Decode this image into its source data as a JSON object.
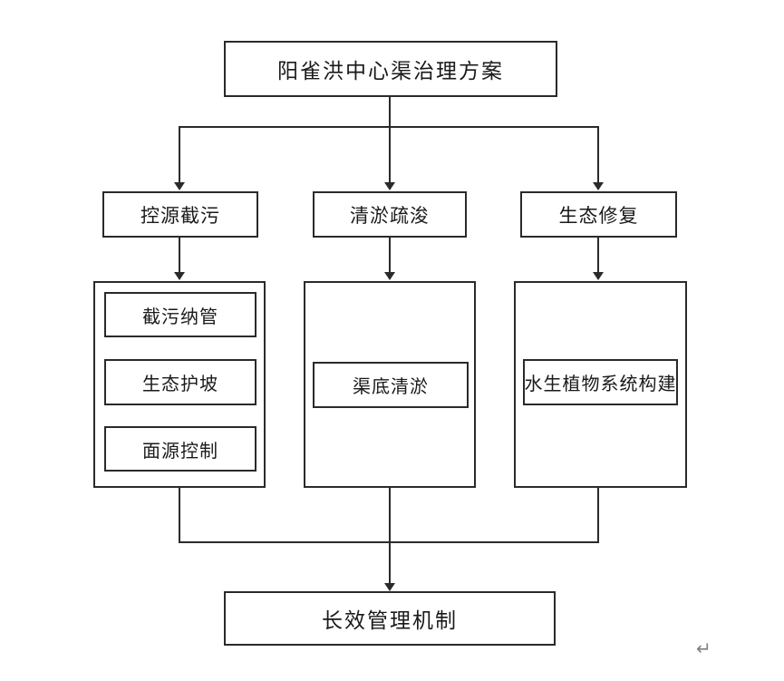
{
  "diagram": {
    "root_label": "阳雀洪中心渠治理方案",
    "branches": [
      {
        "label": "控源截污",
        "children": [
          "截污纳管",
          "生态护坡",
          "面源控制"
        ]
      },
      {
        "label": "清淤疏浚",
        "children": [
          "渠底清淤"
        ]
      },
      {
        "label": "生态修复",
        "children": [
          "水生植物系统构建"
        ]
      }
    ],
    "footer_label": "长效管理机制",
    "return_mark": "↵"
  },
  "colors": {
    "line": "#2a2a2a",
    "box_border": "#2a2a2a",
    "background": "#ffffff",
    "text": "#1a1a1a",
    "return_mark": "#808080"
  }
}
